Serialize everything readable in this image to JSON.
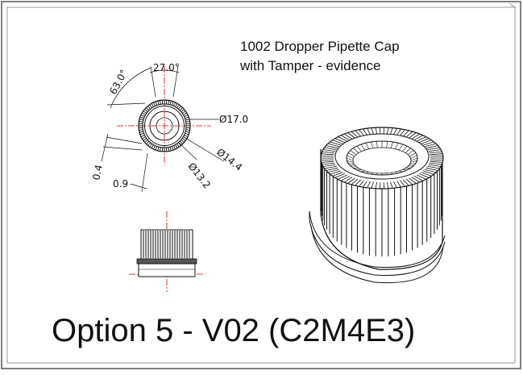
{
  "title": {
    "line1": "1002 Dropper Pipette Cap",
    "line2": "with Tamper - evidence"
  },
  "dimensions": {
    "angle_63": "63.0°",
    "angle_27": "27.0°",
    "dia_17": "Ø17.0",
    "dia_14_4": "Ø14.4",
    "dia_13_2": "Ø13.2",
    "d_0_4": "0.4",
    "d_0_9": "0.9"
  },
  "caption": "Option 5 - V02 (C2M4E3)",
  "colors": {
    "centerline": "#cc0000",
    "outline": "#111111",
    "border": "#444444",
    "background": "#ffffff"
  }
}
